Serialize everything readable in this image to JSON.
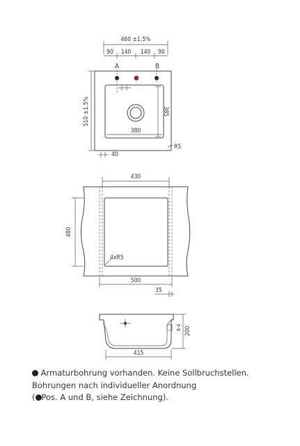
{
  "top_view": {
    "overall_width": "460 ±1,5%",
    "segments": [
      "90",
      "140",
      "140",
      "90"
    ],
    "tap_a": "A",
    "tap_b": "B",
    "overall_height": "510 ±1,5%",
    "inner_height": "385",
    "inner_width": "380",
    "radius": "R5",
    "front_edge": "40"
  },
  "cutout_view": {
    "width": "430",
    "height": "480",
    "corner_radius": "4xR5",
    "overall_width": "500",
    "edge": "35"
  },
  "section_view": {
    "width": "415",
    "height": "200",
    "tolerance": "8-4"
  },
  "legend": {
    "line1": "Armaturbohrung vorhanden. Keine Sollbruchstellen.",
    "line2": "Bohrungen nach individueller Anordnung",
    "line3_open": "(",
    "line3_rest": "Pos. A und B, siehe Zeichnung)."
  },
  "colors": {
    "tap_hole_red": "#b21e1e",
    "line": "#444444"
  }
}
